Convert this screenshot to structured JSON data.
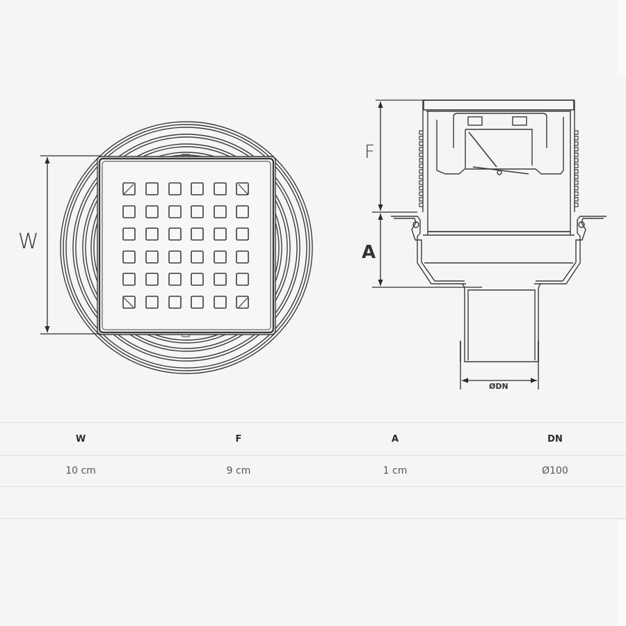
{
  "diagram": {
    "top_view": {
      "dimension_label": "W",
      "grate_holes": {
        "rows": 6,
        "cols": 6
      }
    },
    "side_view": {
      "dimension_labels": {
        "upper": "F",
        "lower": "A",
        "pipe": "ØDN"
      }
    }
  },
  "table": {
    "headers": [
      "W",
      "F",
      "A",
      "DN"
    ],
    "values": [
      "10 cm",
      "9 cm",
      "1 cm",
      "Ø100"
    ]
  },
  "colors": {
    "background": "#f5f5f7",
    "line": "#3a3a3a",
    "table_border": "#dedee2",
    "header_text": "#2b2b2b",
    "value_text": "#555555"
  }
}
